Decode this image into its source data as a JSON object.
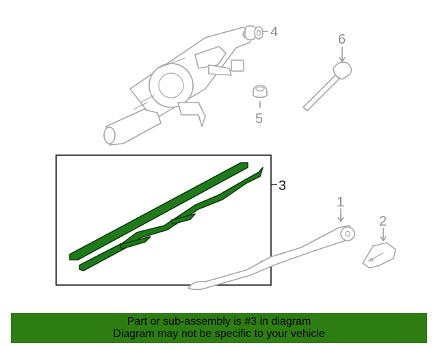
{
  "callouts": {
    "c1": "1",
    "c2": "2",
    "c3": "3",
    "c4": "4",
    "c5": "5",
    "c6": "6"
  },
  "highlight_color": "#2e7d12",
  "banner": {
    "line1": "Part or sub-assembly is #3 in diagram",
    "line2": "Diagram may not be specific to your vehicle"
  }
}
